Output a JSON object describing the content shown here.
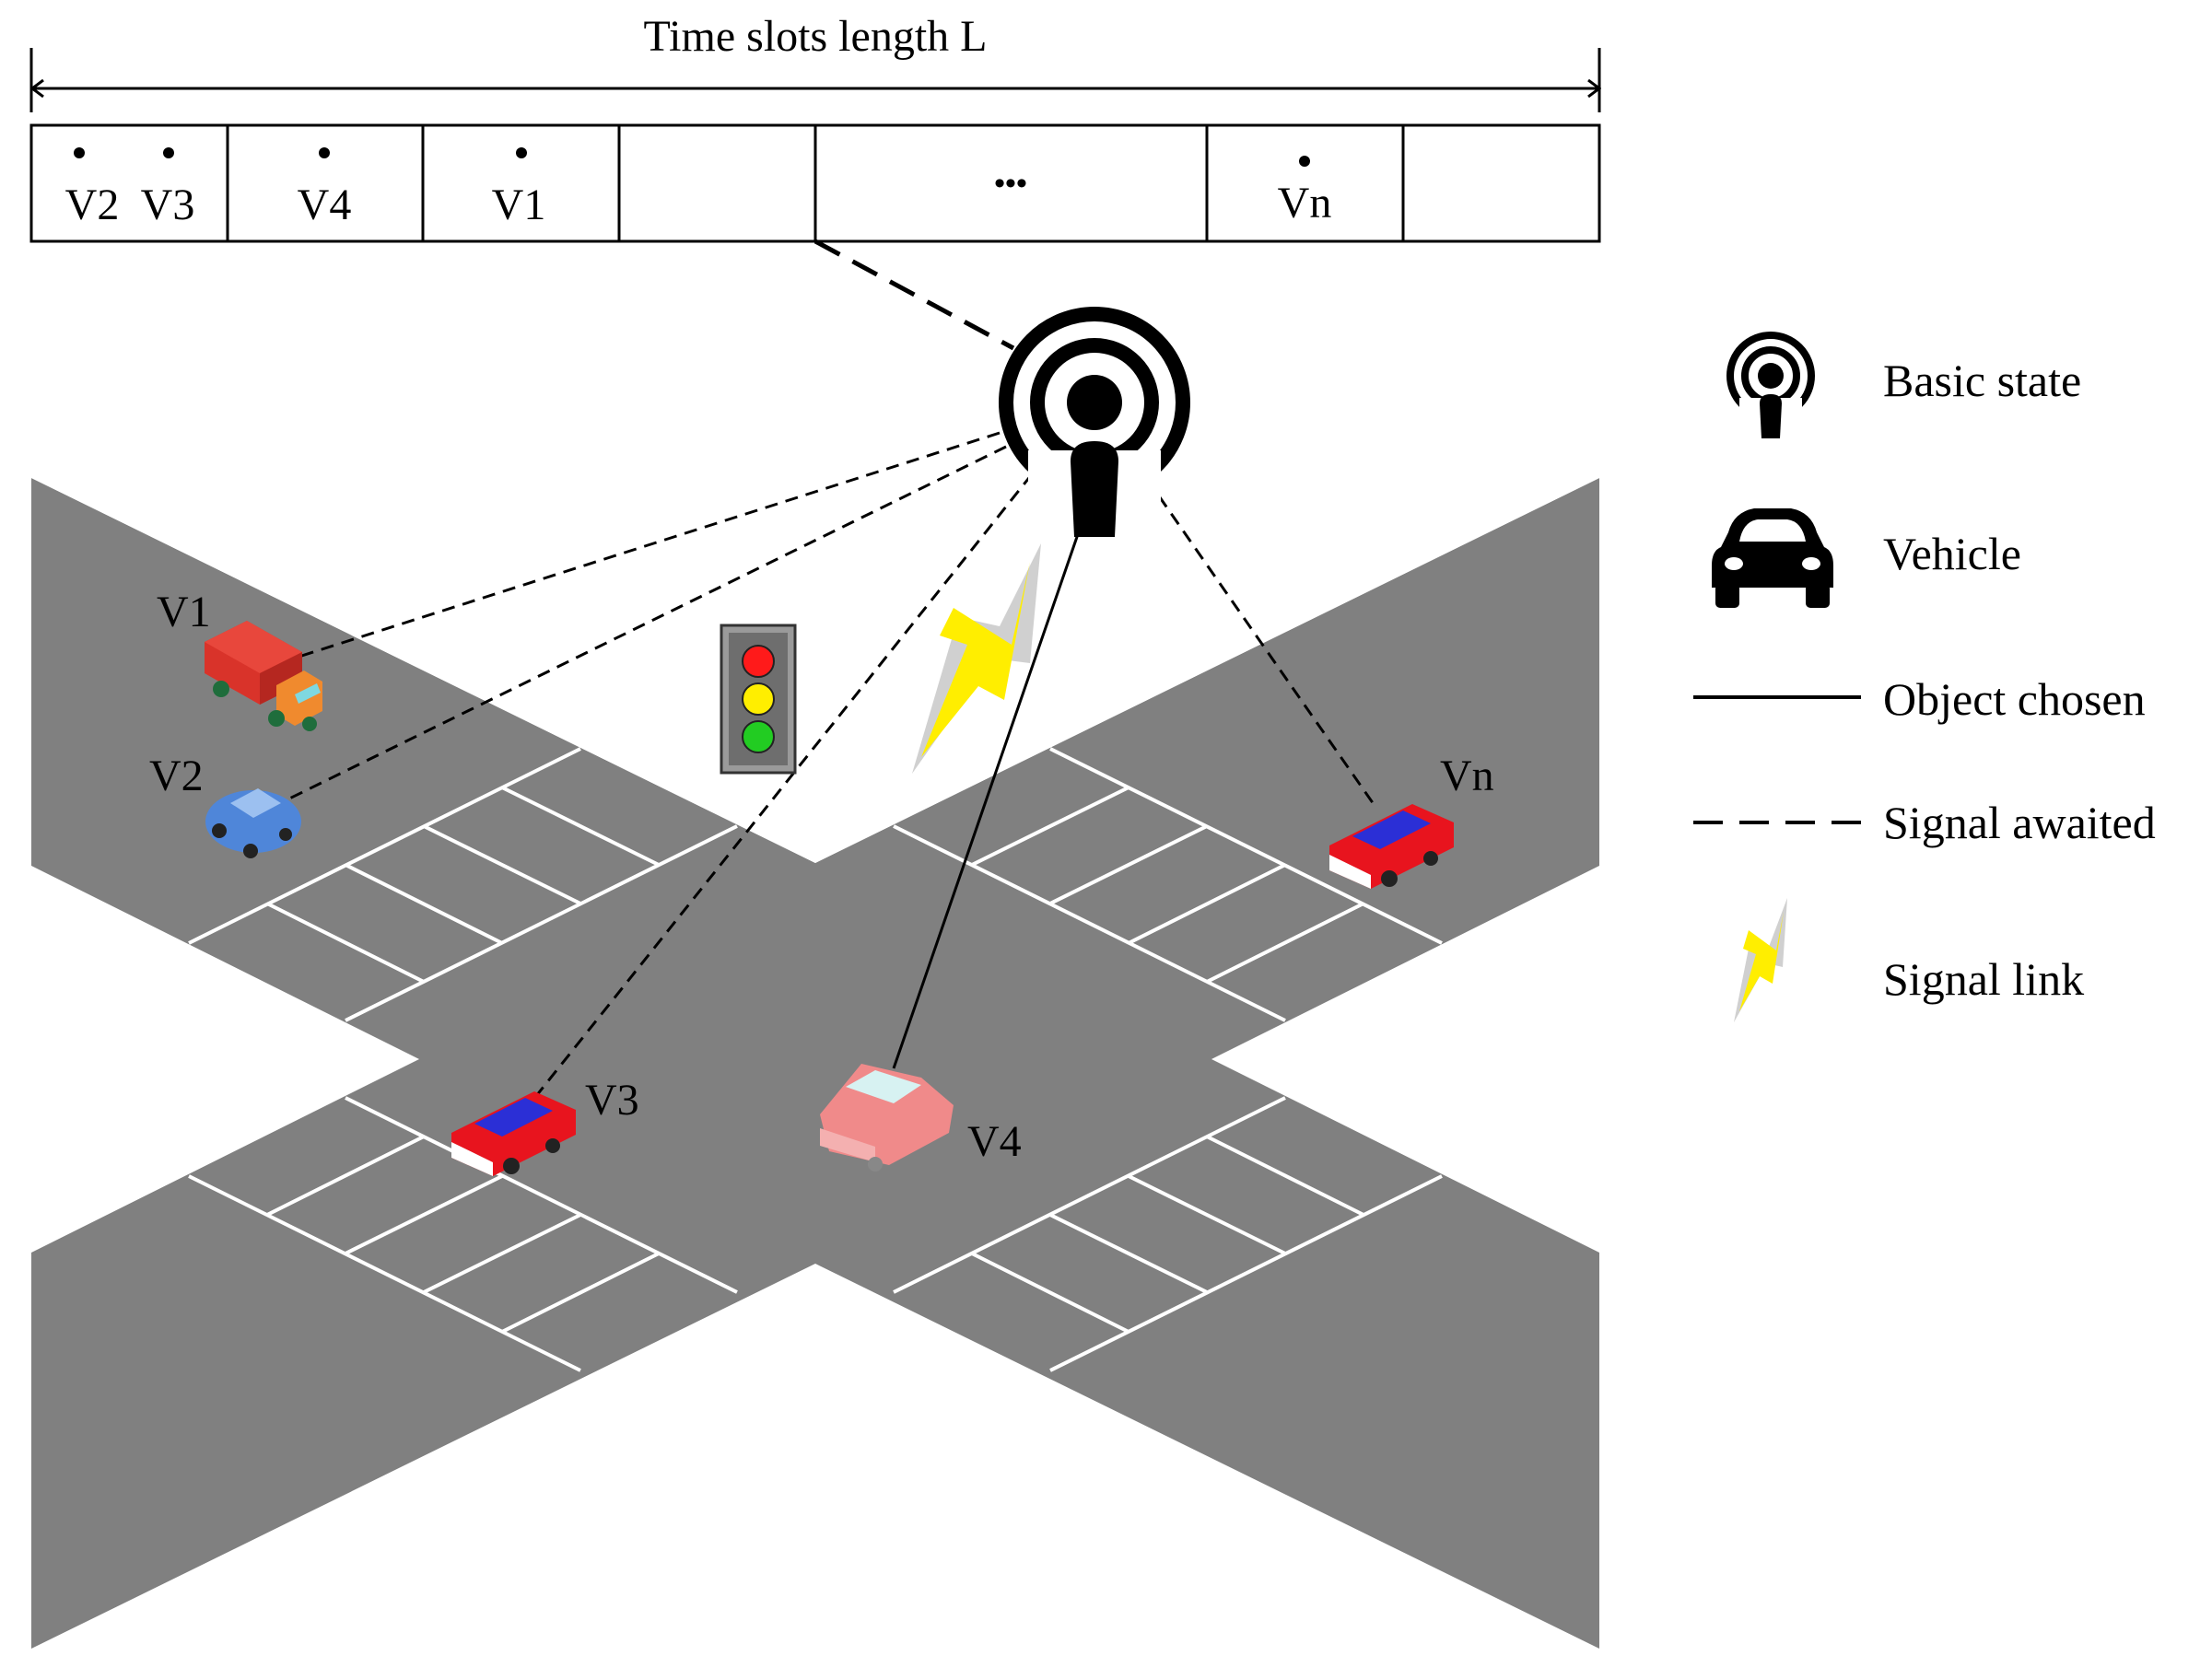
{
  "timeline": {
    "title": "Time slots length L",
    "slots": [
      {
        "labels": [
          "V2",
          "V3"
        ]
      },
      {
        "labels": [
          "V4"
        ]
      },
      {
        "labels": [
          "V1"
        ]
      },
      {
        "labels": []
      },
      {
        "labels": [
          "•••"
        ]
      },
      {
        "labels": [
          "Vn"
        ]
      },
      {
        "labels": []
      }
    ]
  },
  "vehicles": {
    "v1": "V1",
    "v2": "V2",
    "v3": "V3",
    "v4": "V4",
    "vn": "Vn"
  },
  "legend": {
    "basic_state": "Basic state",
    "vehicle": "Vehicle",
    "object_chosen": "Object chosen",
    "signal_awaited": "Signal awaited",
    "signal_link": "Signal link"
  },
  "colors": {
    "road": "#808080",
    "lane_marking": "#ffffff",
    "truck_body": "#d9332a",
    "truck_cab": "#f08a2e",
    "blue_car": "#4f86d9",
    "red_car": "#e8141e",
    "pink_car": "#f08a8a",
    "lightning": "#ffee00"
  },
  "icons": {
    "tower": "antenna-icon",
    "vehicle": "car-icon",
    "traffic_light": "traffic-light-icon",
    "lightning": "lightning-icon"
  }
}
